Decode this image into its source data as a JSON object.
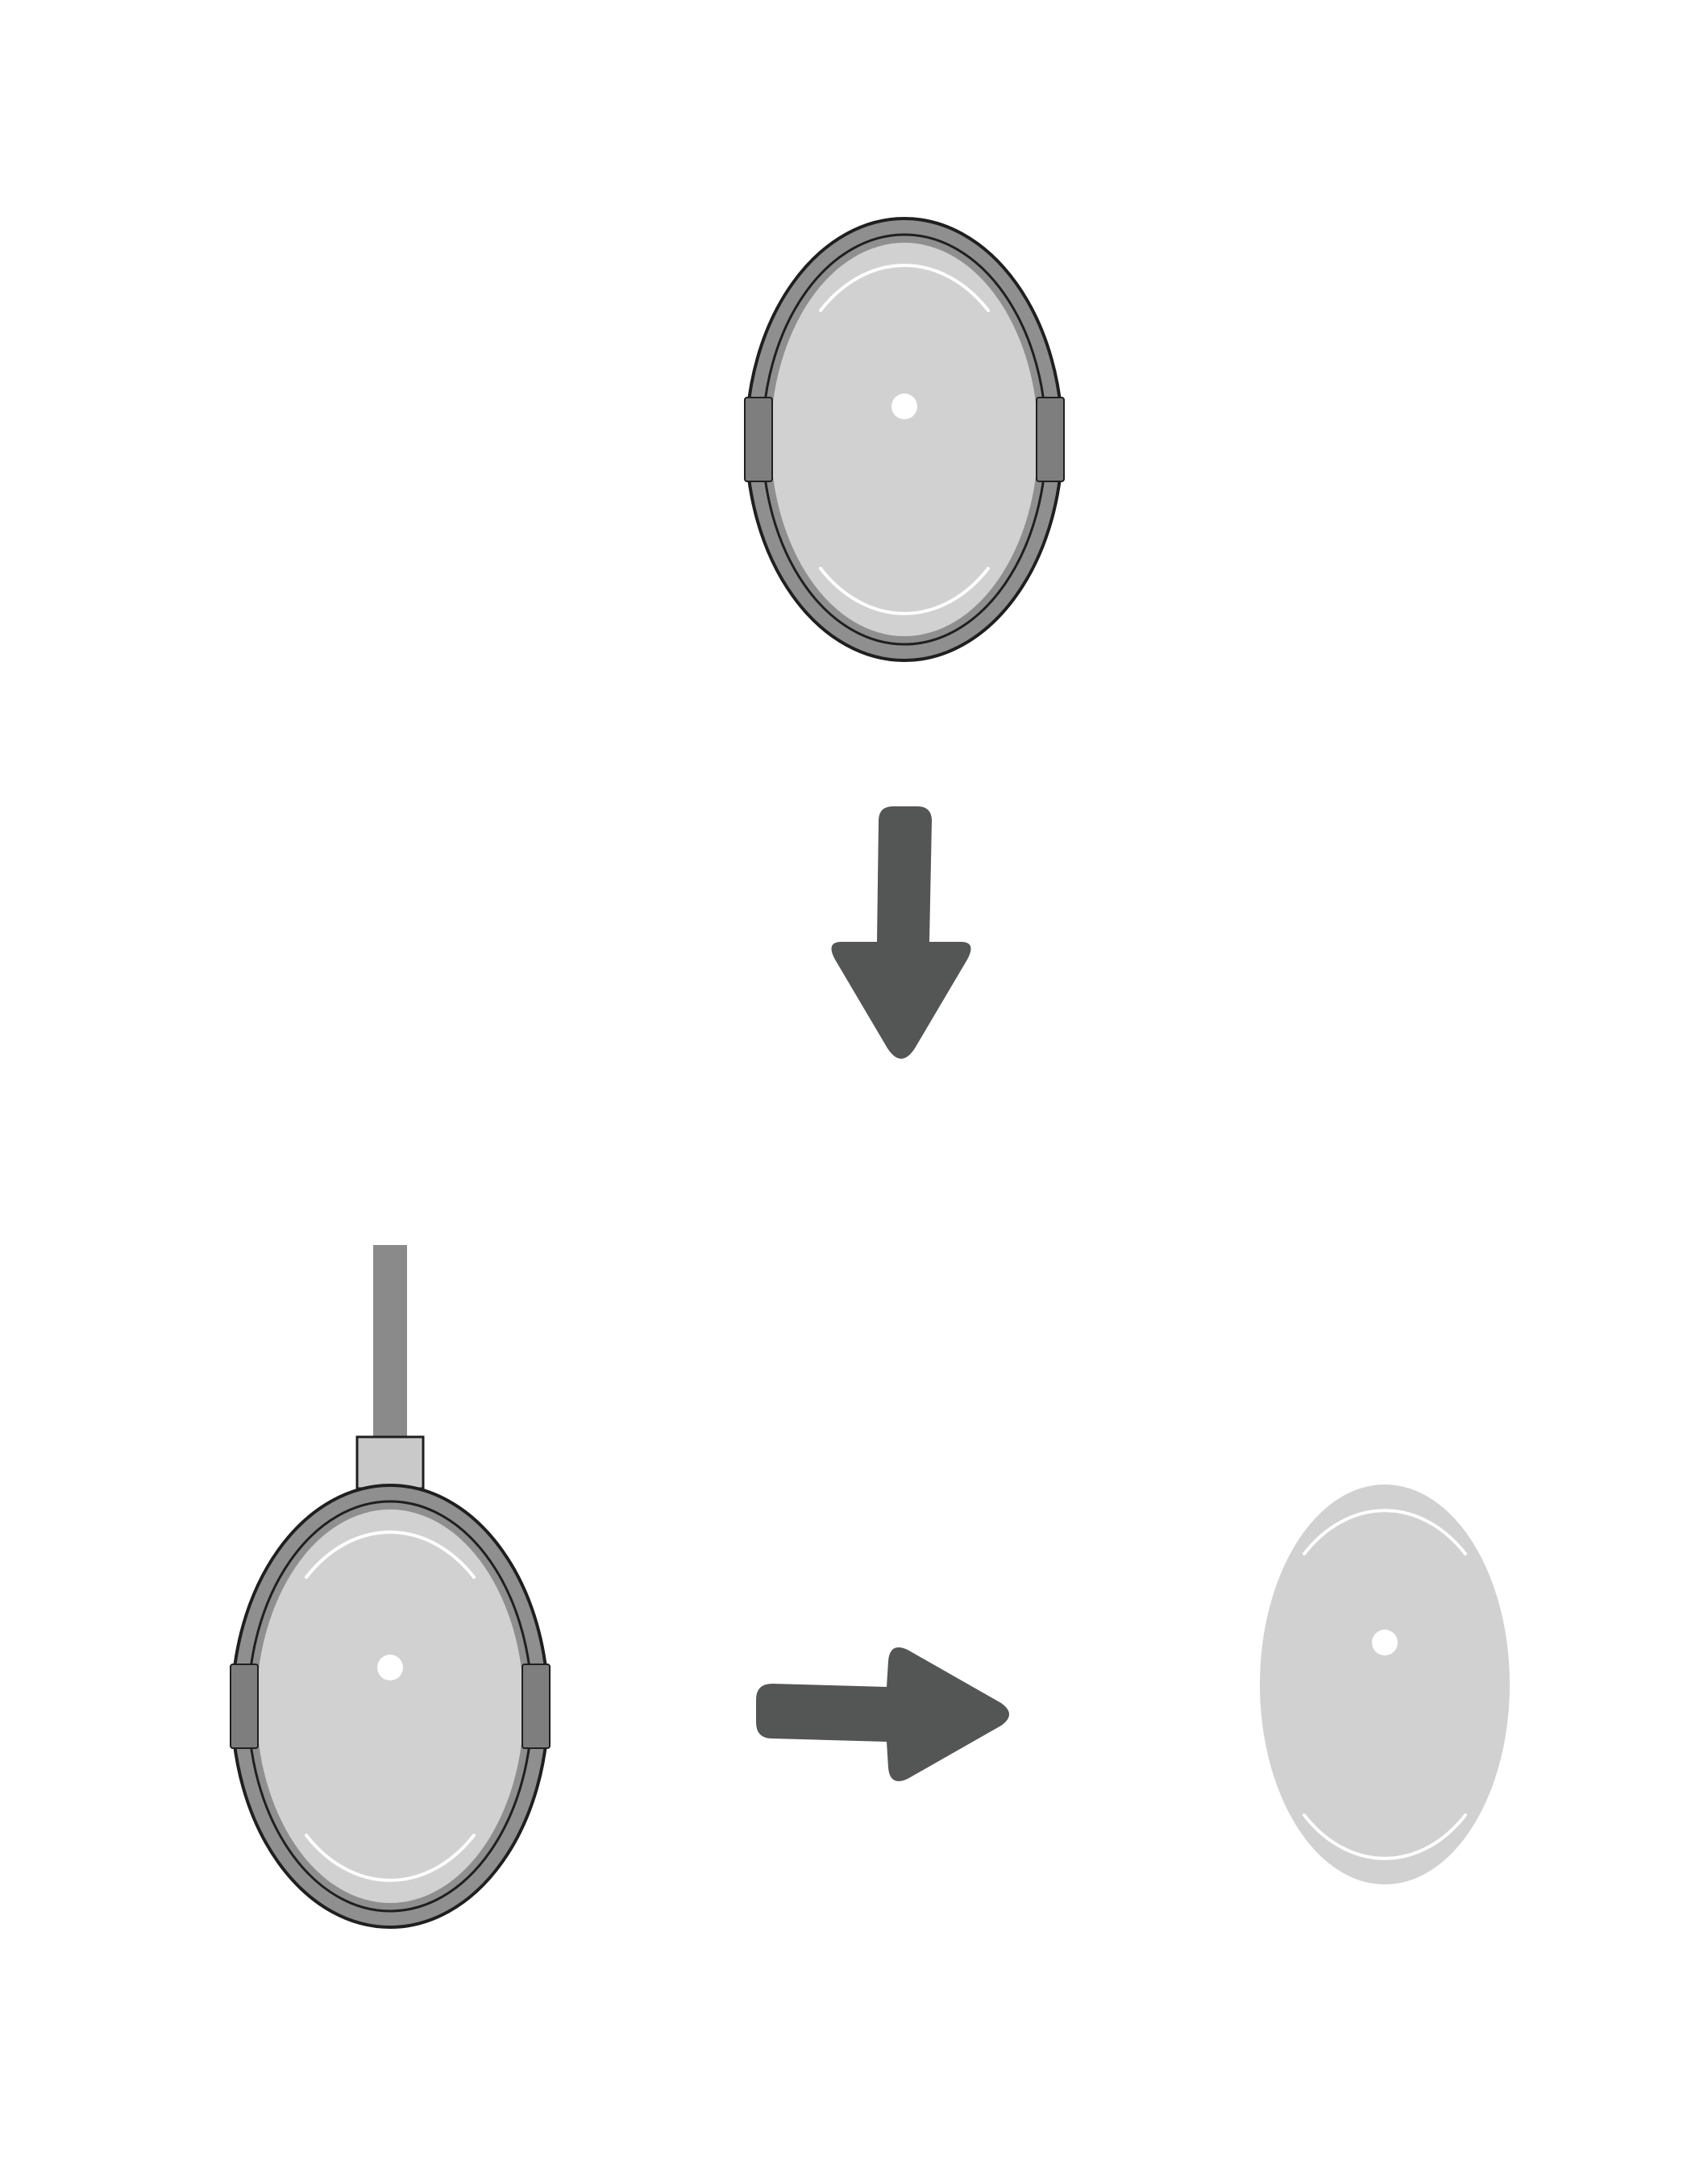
{
  "diagram": {
    "steps": [
      {
        "id": "step-1",
        "label": "",
        "description": ""
      },
      {
        "id": "step-2",
        "label": "",
        "description": ""
      },
      {
        "id": "step-3",
        "label": "",
        "description": ""
      }
    ]
  },
  "colors": {
    "background": "#ffffff",
    "disc_fill": "#d0d1d0",
    "holder_frame": "#8e8f8e",
    "holder_clip": "#7d7e7d",
    "holder_outline": "#1f1f1f",
    "highlight": "#ffffff",
    "cable": "#8a8a8a",
    "connector": "#c8c9c8",
    "arrow": "#545655"
  },
  "icons": {
    "holder": "disc-in-holder-icon",
    "holder_with_cable": "disc-in-holder-with-cable-icon",
    "bare_disc": "bare-disc-icon",
    "arrow_down": "arrow-down-icon",
    "arrow_right": "arrow-right-icon"
  }
}
